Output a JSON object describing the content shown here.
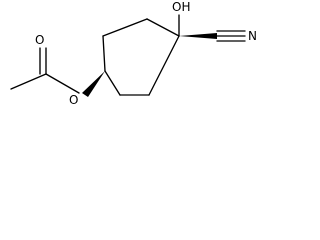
{
  "molecule": {
    "atoms": {
      "oh_label": "OH",
      "n_label": "N",
      "ester_o_label": "O",
      "carbonyl_o_label": "O"
    }
  }
}
